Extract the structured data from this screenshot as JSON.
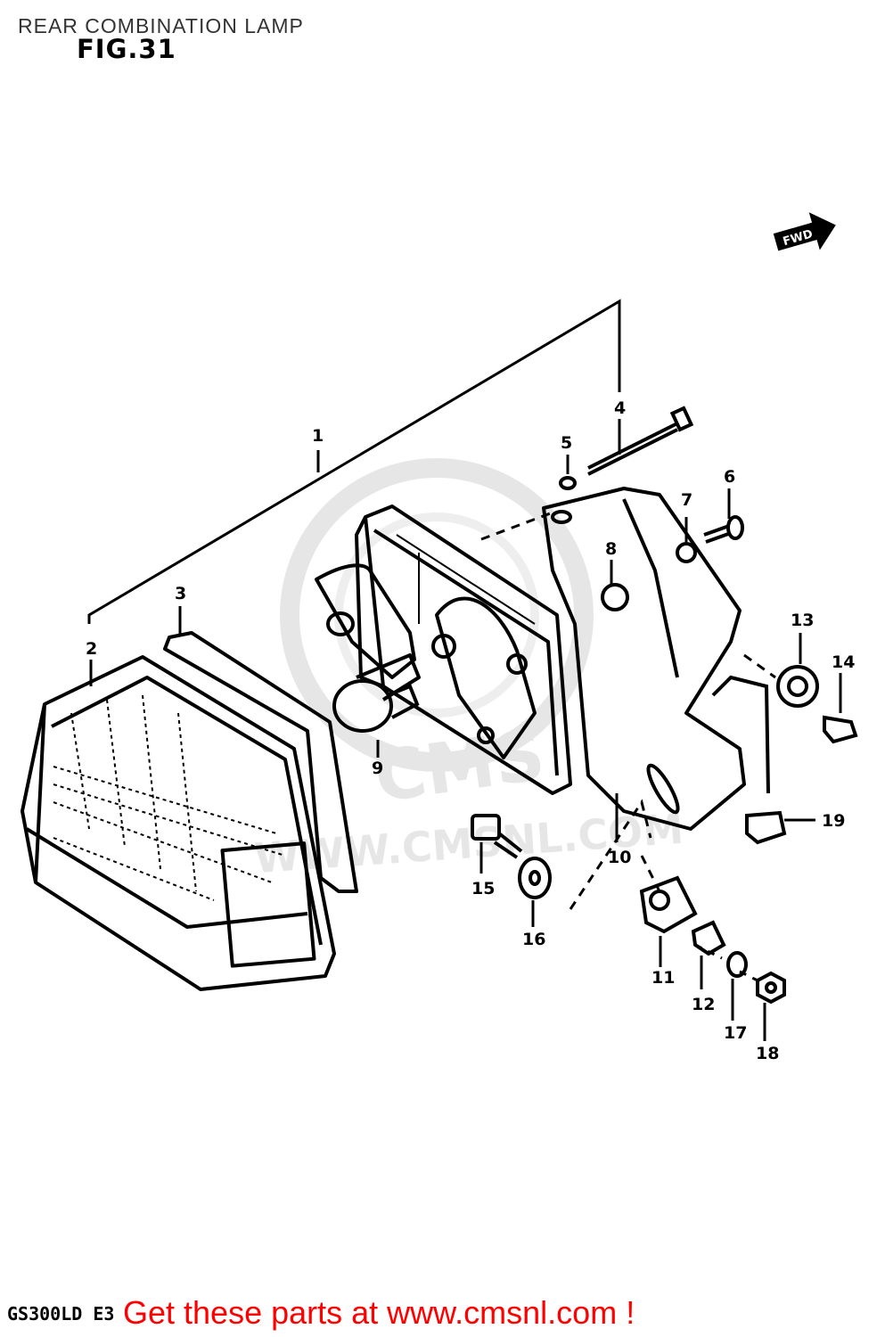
{
  "header": {
    "title": "REAR COMBINATION LAMP",
    "figure": "FIG.31"
  },
  "diagram": {
    "direction_badge": "FWD",
    "watermark_url": "WWW.CMSNL.COM",
    "watermark_logo": "CMS",
    "callouts": [
      {
        "id": "c1",
        "label": "1"
      },
      {
        "id": "c2",
        "label": "2"
      },
      {
        "id": "c3",
        "label": "3"
      },
      {
        "id": "c4",
        "label": "4"
      },
      {
        "id": "c5",
        "label": "5"
      },
      {
        "id": "c6",
        "label": "6"
      },
      {
        "id": "c7",
        "label": "7"
      },
      {
        "id": "c8",
        "label": "8"
      },
      {
        "id": "c9",
        "label": "9"
      },
      {
        "id": "c10",
        "label": "10"
      },
      {
        "id": "c11",
        "label": "11"
      },
      {
        "id": "c12",
        "label": "12"
      },
      {
        "id": "c13",
        "label": "13"
      },
      {
        "id": "c14",
        "label": "14"
      },
      {
        "id": "c15",
        "label": "15"
      },
      {
        "id": "c16",
        "label": "16"
      },
      {
        "id": "c17",
        "label": "17"
      },
      {
        "id": "c18",
        "label": "18"
      },
      {
        "id": "c19",
        "label": "19"
      }
    ]
  },
  "footer": {
    "model_code": "GS300LD E3",
    "cta": "Get these parts at www.cmsnl.com !"
  }
}
